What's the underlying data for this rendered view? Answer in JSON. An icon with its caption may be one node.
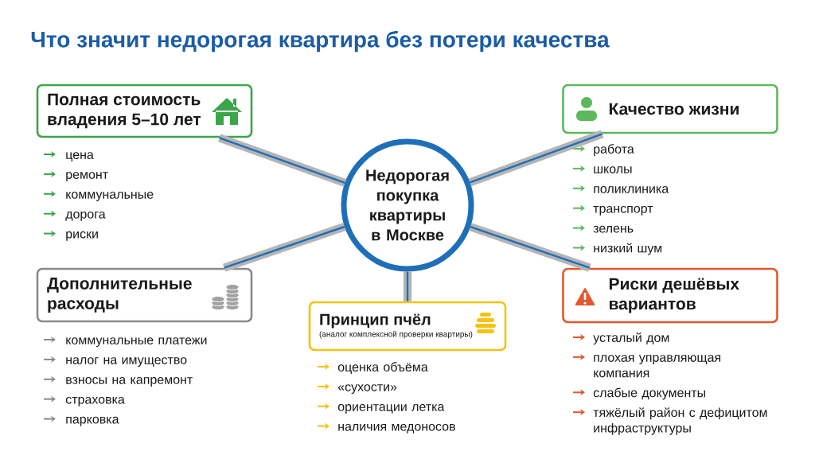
{
  "diagram": {
    "title": "Что значит недорогая квартира без потери качества",
    "nodes": [
      {
        "text": [
          "Недорогая покупка квартиры в Москве"
        ]
      },
      {
        "text": [
          "Полная стоимость владения 5–10 лет"
        ],
        "beside": [
          "цена",
          "ремонт",
          "коммунальные",
          "дорога",
          "риски"
        ]
      },
      {
        "text": [
          "Качество жизни"
        ],
        "beside": [
          "работа",
          "школы",
          "поликлиника",
          "транспорт",
          "зелень",
          "низкий шум"
        ]
      },
      {
        "text": [
          "Дополнительные расходы"
        ],
        "beside": [
          "коммунальные платежи",
          "налог на имущество",
          "взносы на капремонт",
          "страховка",
          "парковка"
        ]
      },
      {
        "text": [
          "Принцип пчёл",
          "(аналог комплексной проверки квартиры)"
        ],
        "beside": [
          "оценка объёма",
          "«сухости»",
          "ориентации летка",
          "наличия медоносов"
        ]
      },
      {
        "text": [
          "Риски дешёвых вариантов"
        ],
        "beside": [
          "усталый дом",
          "плохая управляющая компания",
          "слабые документы",
          "тяжёлый район с дефицитом инфраструктуры"
        ]
      }
    ],
    "edges": [
      {
        "from": 0,
        "to": 1,
        "arrow": "none"
      },
      {
        "from": 0,
        "to": 2,
        "arrow": "none"
      },
      {
        "from": 0,
        "to": 3,
        "arrow": "none"
      },
      {
        "from": 0,
        "to": 4,
        "arrow": "none"
      },
      {
        "from": 0,
        "to": 5,
        "arrow": "none"
      }
    ]
  }
}
